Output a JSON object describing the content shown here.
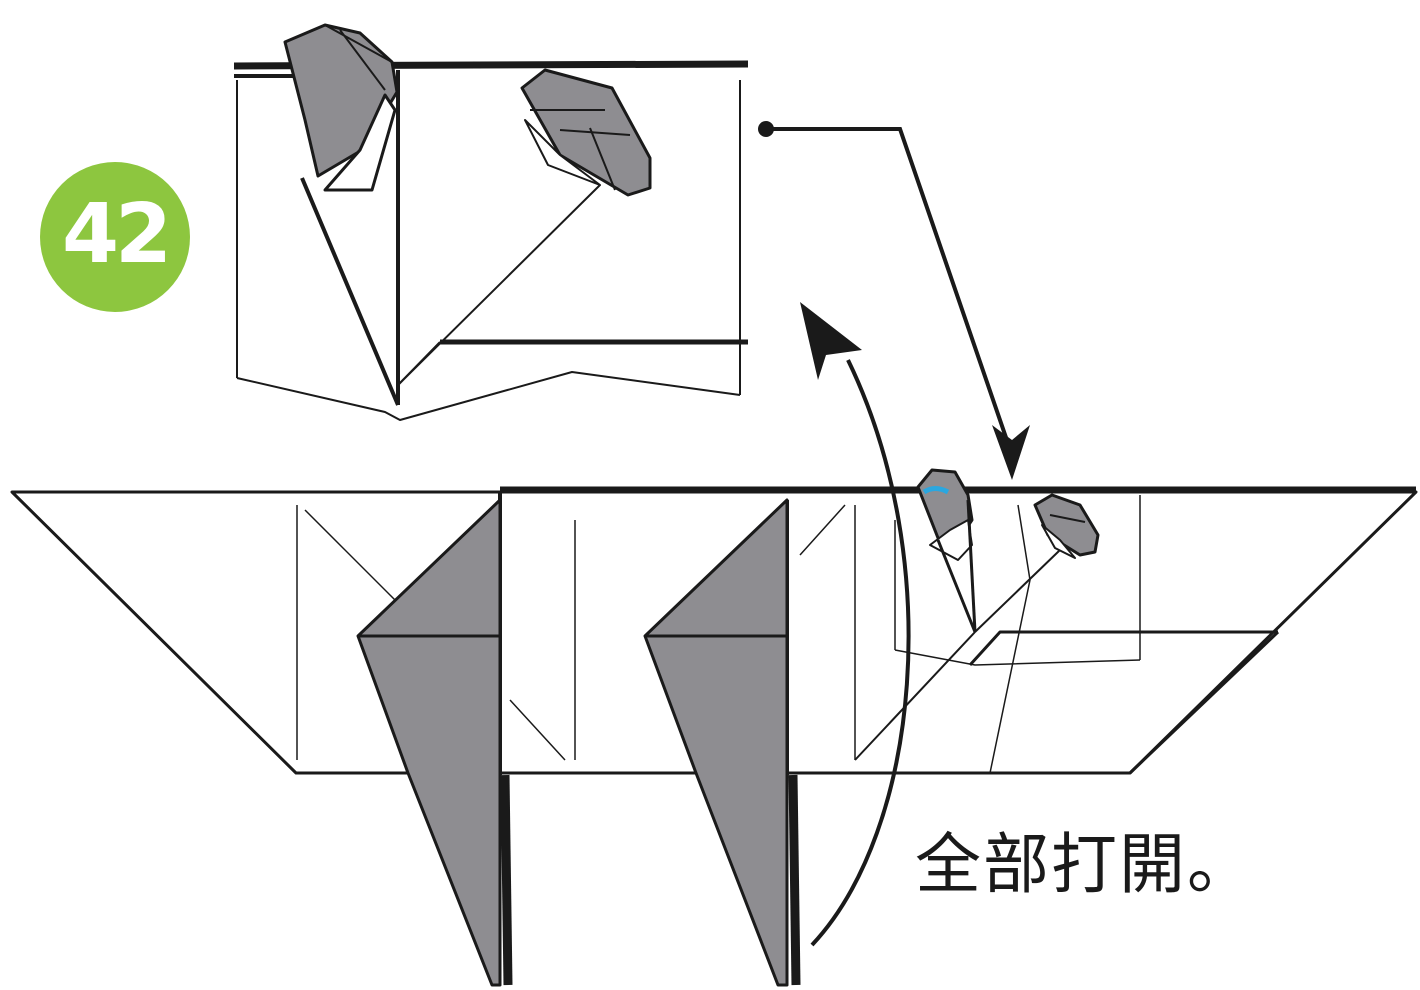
{
  "step": {
    "number": "42"
  },
  "instruction": {
    "text": "全部打開。"
  },
  "colors": {
    "badge_green": "#8dc63f",
    "flap_gray": "#8e8d91",
    "line_black": "#1a1a1a",
    "accent_blue": "#2aa7e0",
    "paper_white": "#ffffff"
  },
  "diagram": {
    "views": [
      "detail-enlargement",
      "main-model"
    ],
    "arrows": [
      "enlargement-pointer",
      "unfold-arrow"
    ]
  }
}
